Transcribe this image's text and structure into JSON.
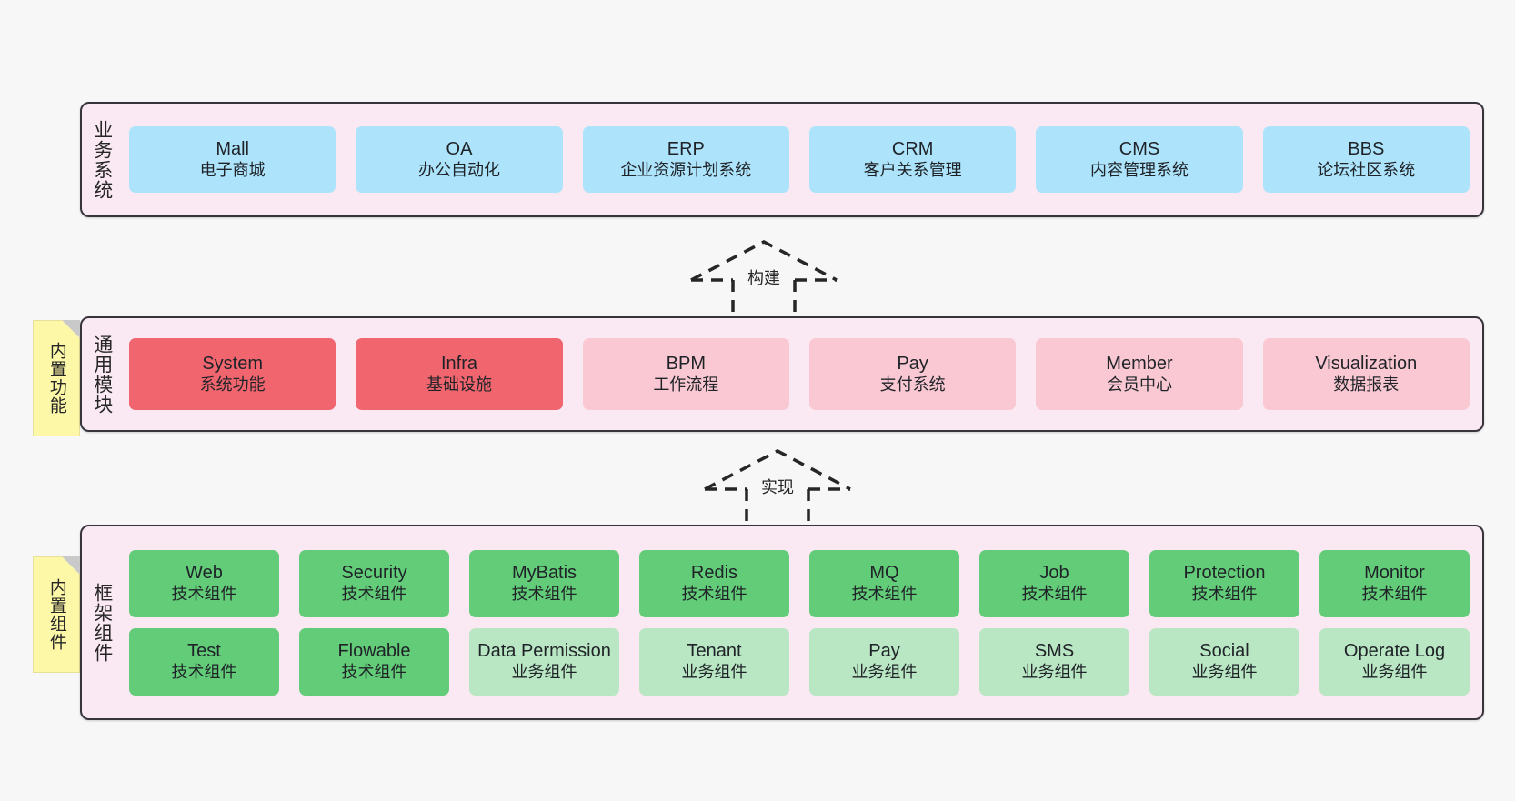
{
  "diagram": {
    "background_color": "#f7f7f7",
    "layer_fill": "#fae9f3",
    "layer_border": "#37343c"
  },
  "notes": [
    {
      "id": "builtin-function",
      "text": "内置功能",
      "color": "#fdf8a8"
    },
    {
      "id": "builtin-component",
      "text": "内置组件",
      "color": "#fdf8a8"
    }
  ],
  "connectors": [
    {
      "id": "build",
      "label": "构建",
      "style": "dashed-generalization-up"
    },
    {
      "id": "implement",
      "label": "实现",
      "style": "dashed-generalization-up"
    }
  ],
  "layers": [
    {
      "id": "business-system",
      "label": "业务系统",
      "rows": [
        [
          {
            "title": "Mall",
            "subtitle": "电子商城",
            "color": "#ade4fb",
            "variant": "c-blue"
          },
          {
            "title": "OA",
            "subtitle": "办公自动化",
            "color": "#ade4fb",
            "variant": "c-blue"
          },
          {
            "title": "ERP",
            "subtitle": "企业资源计划系统",
            "color": "#ade4fb",
            "variant": "c-blue"
          },
          {
            "title": "CRM",
            "subtitle": "客户关系管理",
            "color": "#ade4fb",
            "variant": "c-blue"
          },
          {
            "title": "CMS",
            "subtitle": "内容管理系统",
            "color": "#ade4fb",
            "variant": "c-blue"
          },
          {
            "title": "BBS",
            "subtitle": "论坛社区系统",
            "color": "#ade4fb",
            "variant": "c-blue"
          }
        ]
      ]
    },
    {
      "id": "general-module",
      "label": "通用模块",
      "rows": [
        [
          {
            "title": "System",
            "subtitle": "系统功能",
            "color": "#f1666e",
            "variant": "c-red"
          },
          {
            "title": "Infra",
            "subtitle": "基础设施",
            "color": "#f1666e",
            "variant": "c-red"
          },
          {
            "title": "BPM",
            "subtitle": "工作流程",
            "color": "#fac8d2",
            "variant": "c-pink"
          },
          {
            "title": "Pay",
            "subtitle": "支付系统",
            "color": "#fac8d2",
            "variant": "c-pink"
          },
          {
            "title": "Member",
            "subtitle": "会员中心",
            "color": "#fac8d2",
            "variant": "c-pink"
          },
          {
            "title": "Visualization",
            "subtitle": "数据报表",
            "color": "#fac8d2",
            "variant": "c-pink"
          }
        ]
      ]
    },
    {
      "id": "framework-component",
      "label": "框架组件",
      "rows": [
        [
          {
            "title": "Web",
            "subtitle": "技术组件",
            "color": "#63cc79",
            "variant": "c-green"
          },
          {
            "title": "Security",
            "subtitle": "技术组件",
            "color": "#63cc79",
            "variant": "c-green"
          },
          {
            "title": "MyBatis",
            "subtitle": "技术组件",
            "color": "#63cc79",
            "variant": "c-green"
          },
          {
            "title": "Redis",
            "subtitle": "技术组件",
            "color": "#63cc79",
            "variant": "c-green"
          },
          {
            "title": "MQ",
            "subtitle": "技术组件",
            "color": "#63cc79",
            "variant": "c-green"
          },
          {
            "title": "Job",
            "subtitle": "技术组件",
            "color": "#63cc79",
            "variant": "c-green"
          },
          {
            "title": "Protection",
            "subtitle": "技术组件",
            "color": "#63cc79",
            "variant": "c-green"
          },
          {
            "title": "Monitor",
            "subtitle": "技术组件",
            "color": "#63cc79",
            "variant": "c-green"
          }
        ],
        [
          {
            "title": "Test",
            "subtitle": "技术组件",
            "color": "#63cc79",
            "variant": "c-green"
          },
          {
            "title": "Flowable",
            "subtitle": "技术组件",
            "color": "#63cc79",
            "variant": "c-green"
          },
          {
            "title": "Data Permission",
            "subtitle": "业务组件",
            "color": "#b9e6c3",
            "variant": "c-green-light"
          },
          {
            "title": "Tenant",
            "subtitle": "业务组件",
            "color": "#b9e6c3",
            "variant": "c-green-light"
          },
          {
            "title": "Pay",
            "subtitle": "业务组件",
            "color": "#b9e6c3",
            "variant": "c-green-light"
          },
          {
            "title": "SMS",
            "subtitle": "业务组件",
            "color": "#b9e6c3",
            "variant": "c-green-light"
          },
          {
            "title": "Social",
            "subtitle": "业务组件",
            "color": "#b9e6c3",
            "variant": "c-green-light"
          },
          {
            "title": "Operate Log",
            "subtitle": "业务组件",
            "color": "#b9e6c3",
            "variant": "c-green-light"
          }
        ]
      ]
    }
  ]
}
